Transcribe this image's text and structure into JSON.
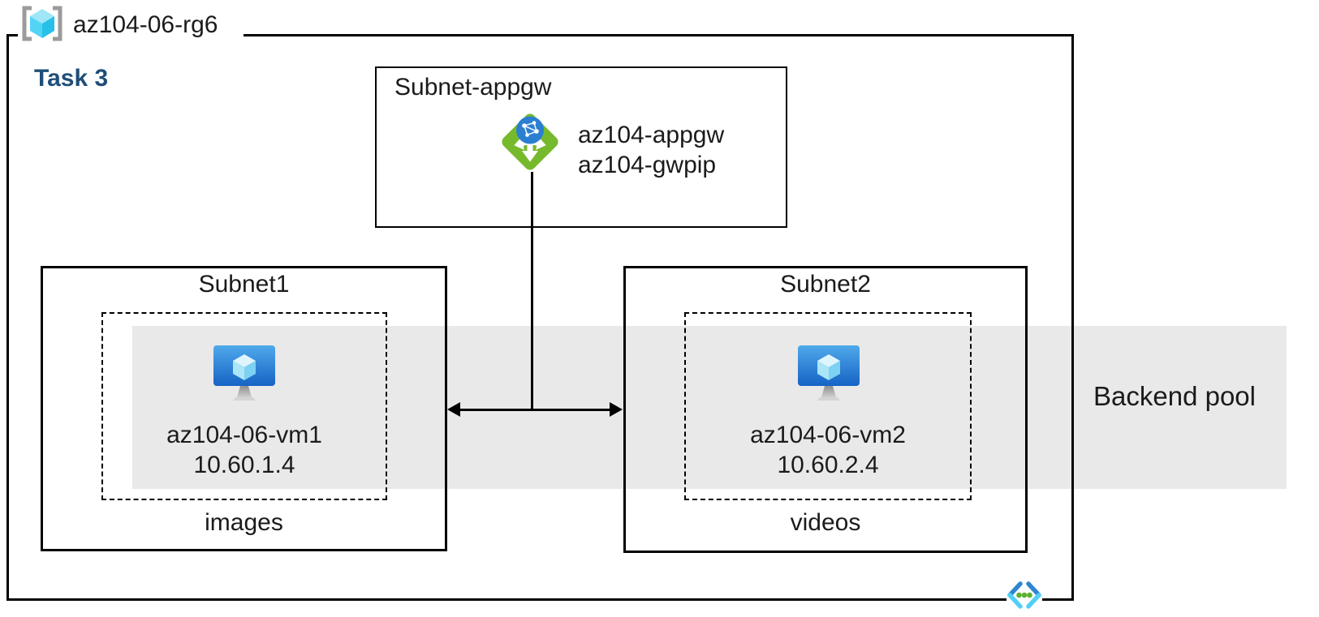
{
  "resource_group": {
    "name": "az104-06-rg6",
    "icon": "resource-group-icon"
  },
  "task_label": "Task 3",
  "appgw_subnet": {
    "label": "Subnet-appgw",
    "icon": "application-gateway-icon",
    "gateway_name": "az104-appgw",
    "public_ip_name": "az104-gwpip"
  },
  "subnets": [
    {
      "label": "Subnet1",
      "tag": "images",
      "vm": {
        "icon": "virtual-machine-icon",
        "name": "az104-06-vm1",
        "ip": "10.60.1.4"
      }
    },
    {
      "label": "Subnet2",
      "tag": "videos",
      "vm": {
        "icon": "virtual-machine-icon",
        "name": "az104-06-vm2",
        "ip": "10.60.2.4"
      }
    }
  ],
  "backend_pool": {
    "label": "Backend pool"
  },
  "vnet_icon": "virtual-network-icon",
  "colors": {
    "task_accent": "#1F4E79",
    "backend_band": "#E9E9E9",
    "border_black": "#000000",
    "appgw_green": "#77B92D",
    "globe_blue": "#2B7FD0",
    "vm_monitor_top": "#4FA9EA",
    "vm_monitor_bottom": "#1663C5",
    "cube_cyan_light": "#9FE7F8",
    "cube_cyan_mid": "#53D4F4",
    "cube_cyan_dark": "#27C0E8",
    "bracket_gray": "#9B9B9B",
    "vnet_blue": "#2E86D1",
    "vnet_cyan": "#53CFF5",
    "vnet_green": "#5CB032"
  }
}
